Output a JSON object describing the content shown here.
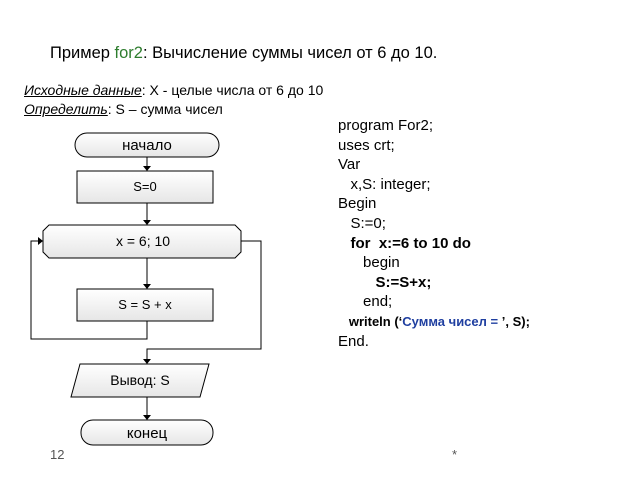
{
  "title": {
    "prefix": "Пример ",
    "program": "for2",
    "rest": ": Вычисление суммы чисел от 6 до 10."
  },
  "given": {
    "label": "Исходные данные",
    "text": ":   X -  целые числа от 6 до 10"
  },
  "define": {
    "label": "Определить",
    "text": ":  S – сумма чисел"
  },
  "flowchart": {
    "start": "начало",
    "init": "S=0",
    "loop": "x = 6; 10",
    "body": "S = S + x",
    "output": "Вывод: S",
    "end": "конец"
  },
  "code": {
    "line1": "program For2;",
    "line2": "uses crt;",
    "line3": "Var",
    "line4": "   x,S: integer;",
    "line5": "Begin",
    "line6": "   S:=0;",
    "line7": "   for  x:=6 to 10 do",
    "line8": "      begin",
    "line9": "         S:=S+x;",
    "line10": "      end;",
    "line11_a": "   writeln (‘",
    "line11_b": "Сумма чисел = ",
    "line11_c": "’, S);",
    "line12": "End."
  },
  "footer": {
    "slide_number": "12",
    "star": "*"
  },
  "colors": {
    "green_accent": "#2e7d2e",
    "blue_string": "#1f3fa0"
  }
}
